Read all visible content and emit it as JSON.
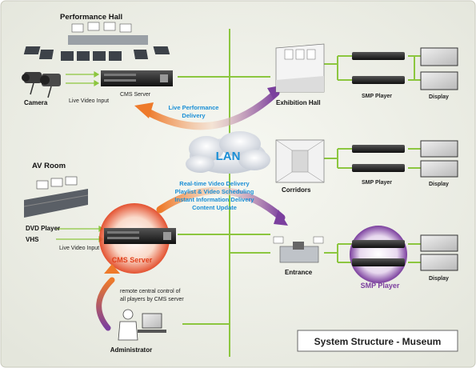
{
  "title": "System Structure - Museum",
  "performance_hall": {
    "title": "Performance Hall",
    "camera": "Camera",
    "live_input": "Live Video Input",
    "server": "CMS Server"
  },
  "av_room": {
    "title": "AV Room",
    "dvd": "DVD Player",
    "vhs": "VHS",
    "live_input": "Live Video Input",
    "server": "CMS Server",
    "remote_1": "remote central control of",
    "remote_2": "all players by CMS server",
    "admin": "Administrator"
  },
  "lan": "LAN",
  "flow_top": {
    "l1": "Live Performance",
    "l2": "Delivery"
  },
  "flow_mid": {
    "l1": "Real-time Video Delivery",
    "l2": "Playlist & Video Scheduling",
    "l3": "Instant Information Delivery",
    "l4": "Content Update"
  },
  "zones": {
    "exhibition": "Exhibition Hall",
    "corridors": "Corridors",
    "entrance": "Entrance"
  },
  "devices": {
    "smp": "SMP Player",
    "display": "Display"
  },
  "colors": {
    "lan_line": "#8cc63f",
    "arrow_orange": "#ee7a2a",
    "arrow_purple": "#7b3f9e",
    "caption": "#1a8fd6",
    "server_red": "#e2401c"
  }
}
